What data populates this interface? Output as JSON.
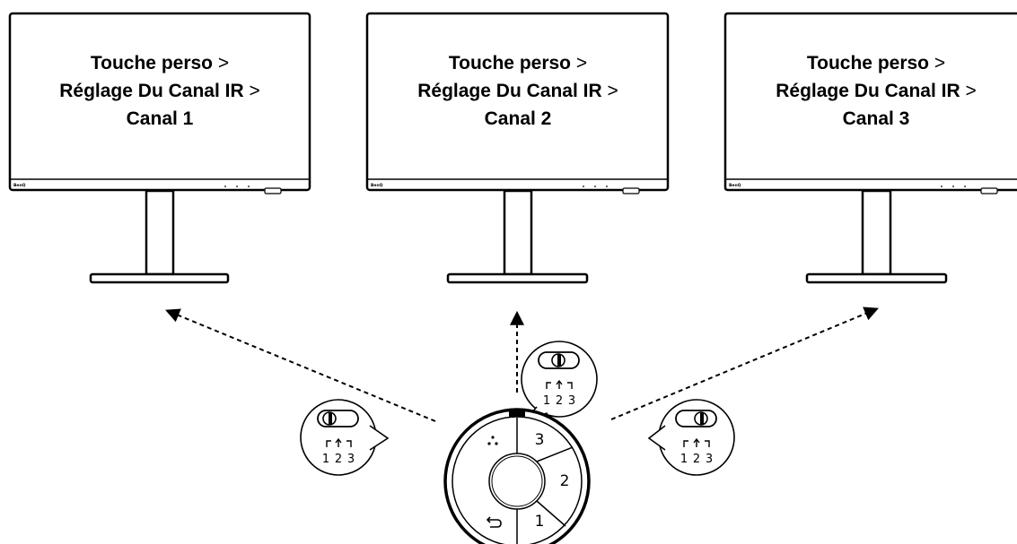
{
  "monitors": [
    {
      "line1_bold": "Touche perso",
      "line1_sep": " >",
      "line2_bold": "Réglage Du Canal IR",
      "line2_sep": " >",
      "line3_bold": "Canal 1",
      "brand": "BenQ"
    },
    {
      "line1_bold": "Touche perso",
      "line1_sep": " >",
      "line2_bold": "Réglage Du Canal IR",
      "line2_sep": " >",
      "line3_bold": "Canal 2",
      "brand": "BenQ"
    },
    {
      "line1_bold": "Touche perso",
      "line1_sep": " >",
      "line2_bold": "Réglage Du Canal IR",
      "line2_sep": " >",
      "line3_bold": "Canal 3",
      "brand": "BenQ"
    }
  ],
  "switch_labels": [
    "1",
    "2",
    "3"
  ],
  "switch_states": [
    "channel-1",
    "channel-2",
    "channel-3"
  ],
  "puck": {
    "segment_labels": [
      "3",
      "2",
      "1"
    ],
    "dots_icon": "three-dots-icon",
    "back_icon": "back-arrow-icon"
  },
  "colors": {
    "line": "#000000",
    "background": "#ffffff"
  }
}
